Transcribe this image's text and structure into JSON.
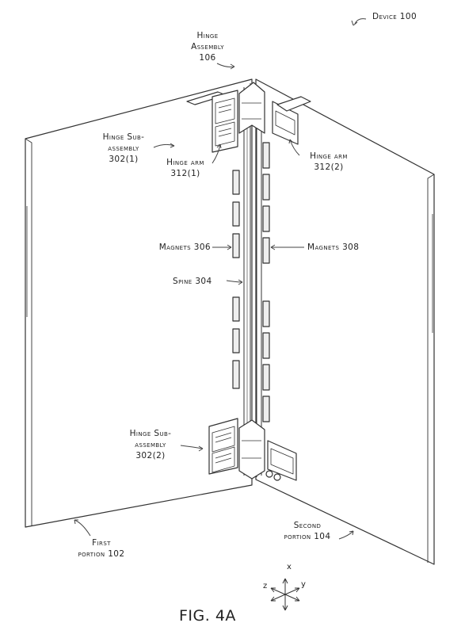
{
  "labels": {
    "device": "Device 100",
    "hinge_assembly": [
      "Hinge",
      "Assembly",
      "106"
    ],
    "hinge_sub_1": [
      "Hinge Sub-",
      "assembly",
      "302(1)"
    ],
    "hinge_arm_1": [
      "Hinge arm",
      "312(1)"
    ],
    "hinge_arm_2": [
      "Hinge arm",
      "312(2)"
    ],
    "magnets_306": "Magnets 306",
    "magnets_308": "Magnets 308",
    "spine": "Spine 304",
    "hinge_sub_2": [
      "Hinge Sub-",
      "assembly",
      "302(2)"
    ],
    "first_portion": [
      "First",
      "portion 102"
    ],
    "second_portion": [
      "Second",
      "portion 104"
    ]
  },
  "axes": {
    "x": "x",
    "y": "y",
    "z": "z"
  },
  "caption": "FIG. 4A"
}
